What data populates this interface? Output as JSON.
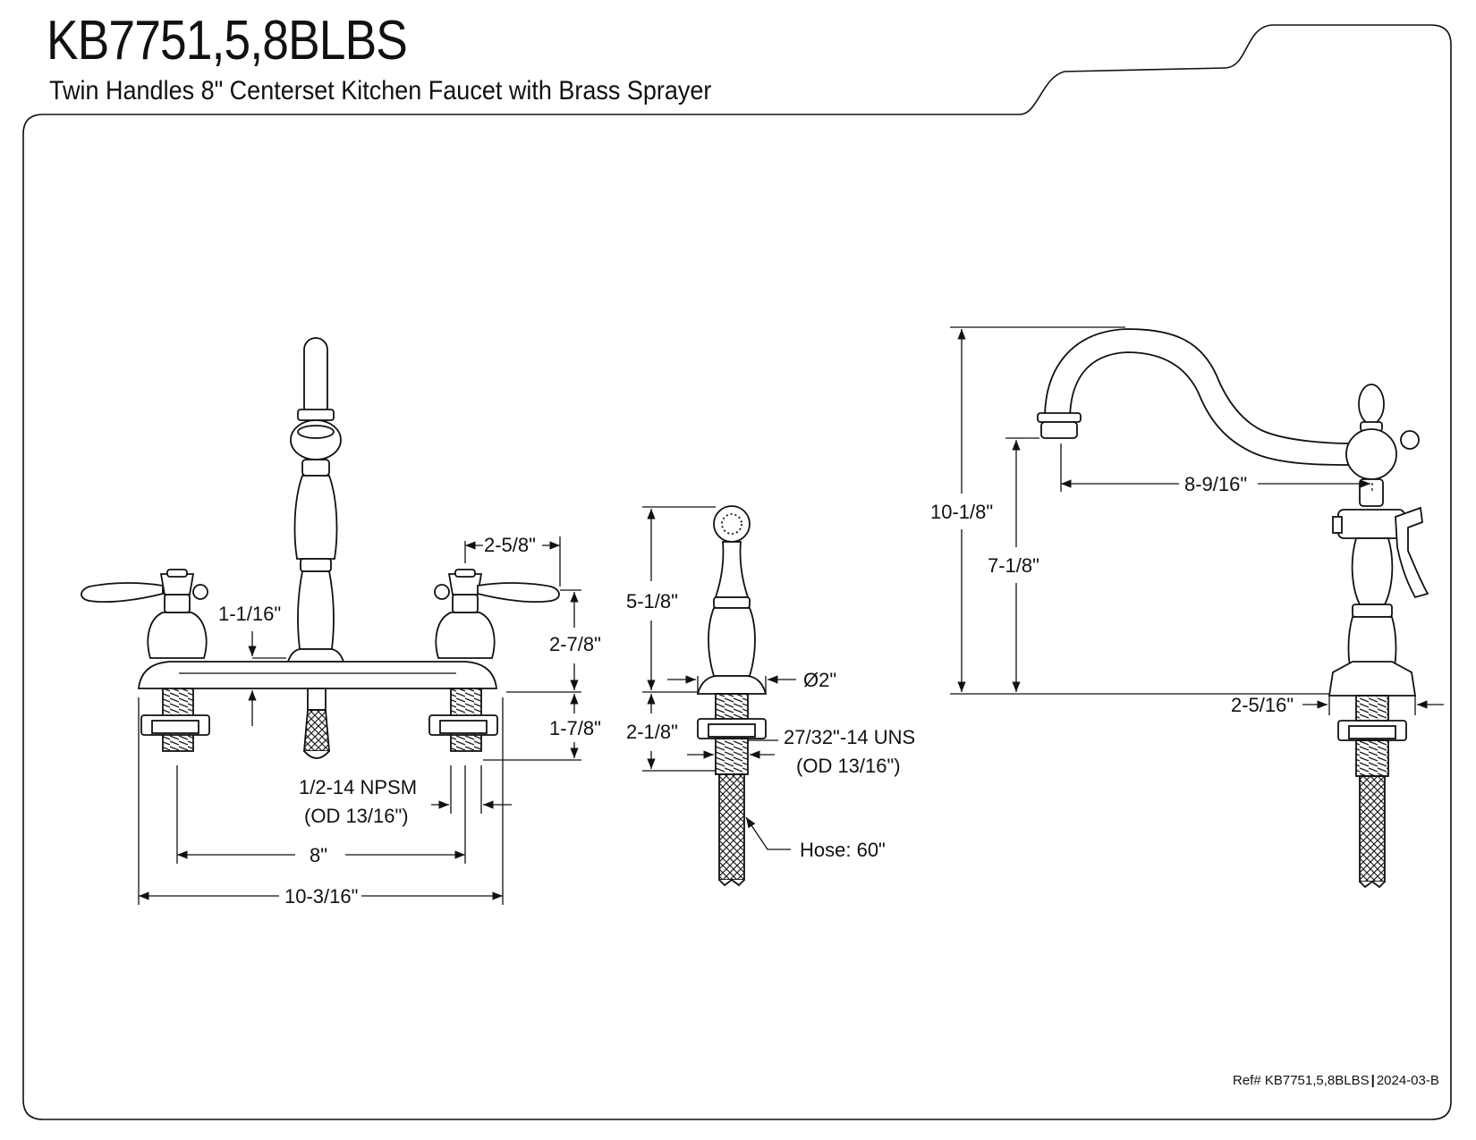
{
  "header": {
    "title": "KB7751,5,8BLBS",
    "subtitle": "Twin Handles 8\" Centerset Kitchen Faucet with Brass Sprayer"
  },
  "footer": {
    "ref_model": "Ref# KB7751,5,8BLBS",
    "ref_separator": "|",
    "ref_revision": "2024-03-B"
  },
  "front_view": {
    "handle_offset": "2-5/8\"",
    "deck_thickness": "1-1/16\"",
    "handle_height": "2-7/8\"",
    "shank_length": "1-7/8\"",
    "thread_label": "1/2-14 NPSM",
    "thread_od": "(OD 13/16\")",
    "center_spread": "8\"",
    "overall_width": "10-3/16\""
  },
  "sprayer_view": {
    "height": "5-1/8\"",
    "base_diameter": "Ø2\"",
    "shank_length": "2-1/8\"",
    "thread_label": "27/32\"-14 UNS",
    "thread_od": "(OD 13/16\")",
    "hose": "Hose: 60\""
  },
  "side_view": {
    "overall_height": "10-1/8\"",
    "spout_height": "7-1/8\"",
    "spout_reach": "8-9/16\"",
    "base_depth": "2-5/16\""
  }
}
